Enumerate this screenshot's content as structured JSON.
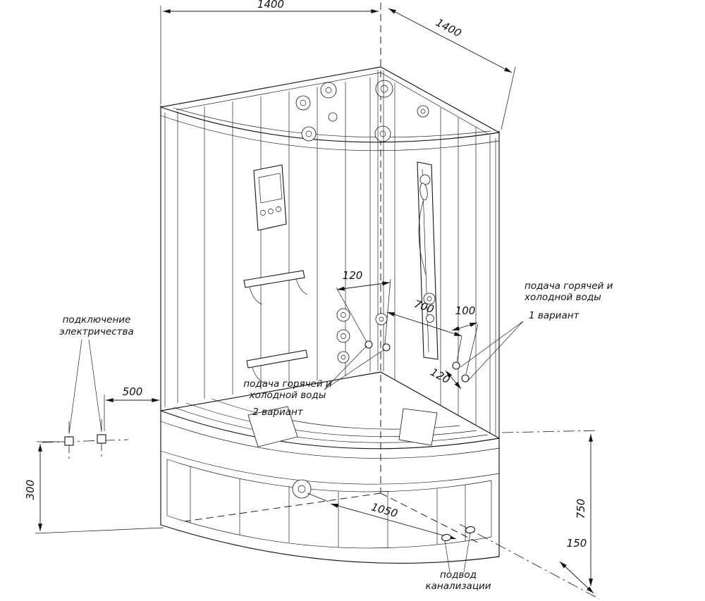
{
  "drawing": {
    "dims": {
      "width_left": "1400",
      "width_right": "1400",
      "electric_offset": "500",
      "electric_height": "300",
      "v2_spacing": "120",
      "wall_to_water": "700",
      "v1_spacing_a": "100",
      "v1_spacing_b": "120",
      "floor_diagonal": "1050",
      "water_height": "750",
      "sewer_offset": "150"
    },
    "labels": {
      "electric_l1": "подключение",
      "electric_l2": "электричества",
      "water1_l1": "подача горячей и",
      "water1_l2": "холодной воды",
      "variant1": "1 вариант",
      "water2_l1": "подача горячей и",
      "water2_l2": "холодной воды",
      "variant2": "2 вариант",
      "sewer_l1": "подвод",
      "sewer_l2": "канализации"
    }
  }
}
